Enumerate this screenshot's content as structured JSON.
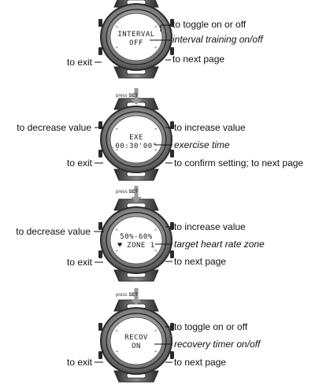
{
  "screens": [
    {
      "lcd_line1": "INTERVAL",
      "lcd_line2": "OFF",
      "annotations": {
        "top_right": "to toggle on or off",
        "top_right_desc": "interval training  on/off",
        "bottom_right": "to next page",
        "bottom_left": "to exit"
      },
      "step_label": "press",
      "step_key": "SET"
    },
    {
      "lcd_line1": "EXE",
      "lcd_line2": "00:30'00\"",
      "annotations": {
        "top_left": "to decrease value",
        "top_right": "to increase value",
        "top_right_desc": "exercise time",
        "bottom_right": "to confirm setting; to next page",
        "bottom_left": "to exit"
      },
      "step_label": "press",
      "step_key": "SET"
    },
    {
      "lcd_line1": "50%-60%",
      "lcd_line2": "♥ ZONE 1",
      "annotations": {
        "top_left": "to decrease value",
        "top_right": "to increase value",
        "top_right_desc": "target heart rate zone",
        "bottom_right": "to next page",
        "bottom_left": "to exit"
      },
      "step_label": "press",
      "step_key": "SET"
    },
    {
      "lcd_line1": "RECOV",
      "lcd_line2": "ON",
      "annotations": {
        "top_right": "to toggle on or off",
        "top_right_desc": "recovery timer on/off",
        "bottom_right": "to next page",
        "bottom_left": "to exit"
      }
    }
  ],
  "colors": {
    "bezel_dark": "#2b2b2b",
    "bezel_mid": "#8c8c8c",
    "bezel_light": "#d2d2d2",
    "lcd_face": "#ffffff",
    "arrow": "#9a9a9a",
    "leader": "#111111"
  }
}
